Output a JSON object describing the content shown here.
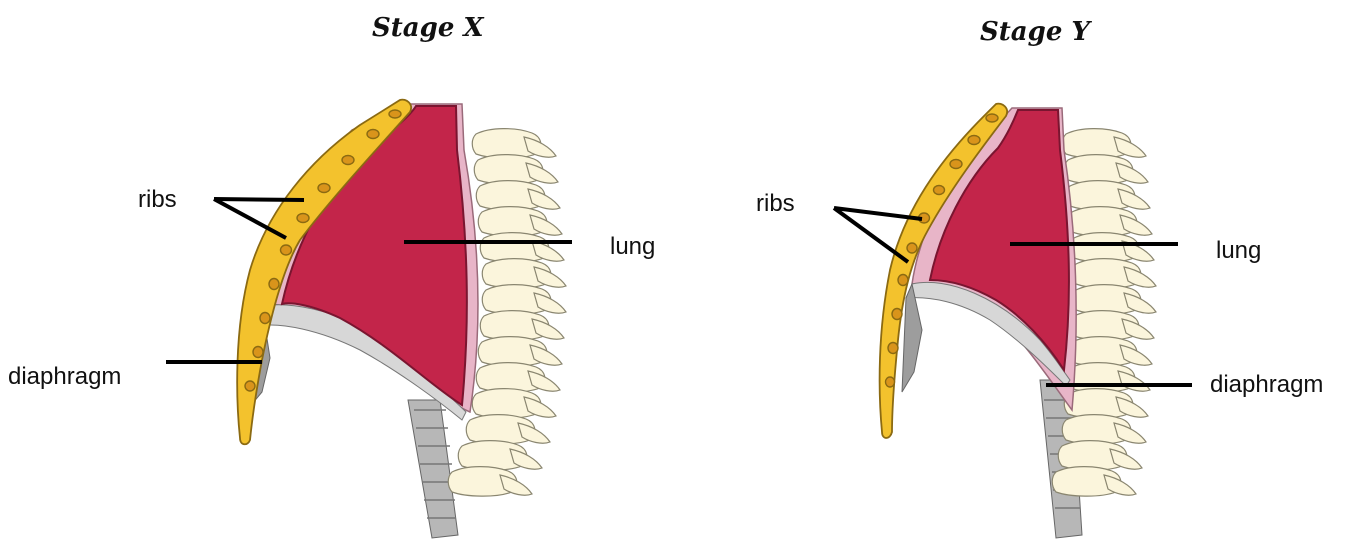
{
  "diagrams": [
    {
      "title": "Stage X",
      "labels": {
        "ribs": "ribs",
        "lung": "lung",
        "diaphragm": "diaphragm"
      }
    },
    {
      "title": "Stage Y",
      "labels": {
        "ribs": "ribs",
        "lung": "lung",
        "diaphragm": "diaphragm"
      }
    }
  ],
  "colors": {
    "lung": "#c3254a",
    "pleura": "#e8b5c8",
    "rib_cage": "#f3c22d",
    "rib_outline": "#8b6a12",
    "spine": "#fbf5dc",
    "diaphragm_muscle": "#a9a9a9"
  }
}
